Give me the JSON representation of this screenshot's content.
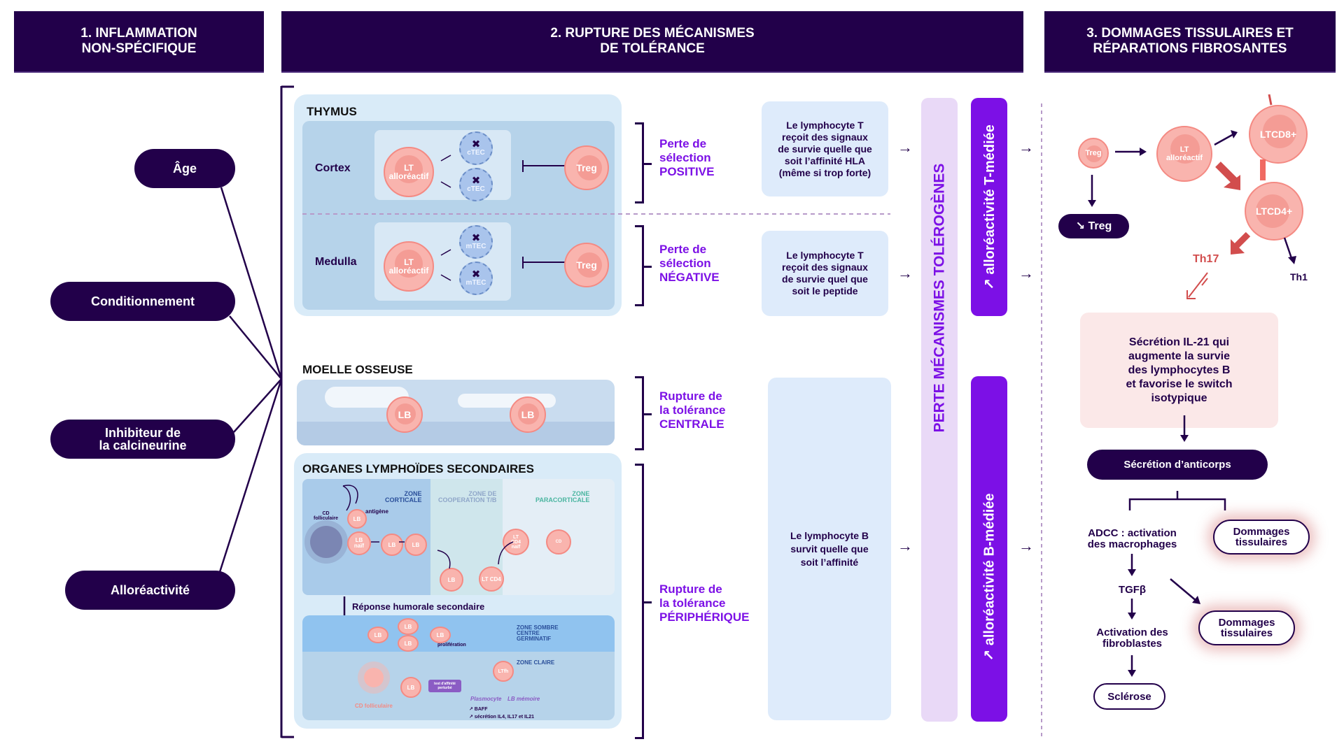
{
  "headers": {
    "col1": "1. INFLAMMATION\nNON-SPÉCIFIQUE",
    "col2": "2. RUPTURE DES MÉCANISMES\nDE TOLÉRANCE",
    "col3": "3. DOMMAGES TISSULAIRES ET\nRÉPARATIONS FIBROSANTES"
  },
  "factors": [
    "Âge",
    "Conditionnement",
    "Inhibiteur de\nla calcineurine",
    "Alloréactivité"
  ],
  "thymus": {
    "title": "THYMUS",
    "cortex": "Cortex",
    "medulla": "Medulla",
    "lt_cell": "LT\nalloréactif",
    "ctec": "cTEC",
    "mtec": "mTEC",
    "treg": "Treg",
    "x_mark": "✖"
  },
  "moelle": {
    "title": "MOELLE OSSEUSE",
    "lb": "LB"
  },
  "organes": {
    "title": "ORGANES LYMPHOÏDES SECONDAIRES",
    "zone_corticale": "ZONE\nCORTICALE",
    "zone_cooperation": "ZONE DE\nCOOPERATION T/B",
    "zone_paracorticale": "ZONE\nPARACORTICALE",
    "cd_folliculaire_small": "CD\nfolliculaire",
    "antigene": "antigène",
    "lb": "LB",
    "lb_naif": "LB\nnaïf",
    "lt_cd4": "LT CD4",
    "lt_cd4_naif": "LT\nCD4\nnaïf",
    "cd": "CD",
    "reponse": "Réponse humorale secondaire",
    "zone_sombre": "ZONE SOMBRE\nCENTRE\nGERMINATIF",
    "proliferation": "prolifération",
    "zone_claire": "ZONE CLAIRE",
    "cd_folliculaire": "CD folliculaire",
    "test_affinite": "test d'affinité\nperturbé",
    "ltfh": "LTfh",
    "plasmocyte": "Plasmocyte",
    "lb_memoire": "LB mémoire",
    "baff": "↗ BAFF",
    "secretion": "↗  sécrétion IL4, IL17 et IL21"
  },
  "labels": {
    "positive": "Perte de\nsélection\nPOSITIVE",
    "negative": "Perte de\nsélection\nNÉGATIVE",
    "centrale": "Rupture de\nla tolérance\nCENTRALE",
    "peripherique": "Rupture de\nla tolérance\nPÉRIPHÉRIQUE"
  },
  "descriptions": {
    "t_positive": "Le lymphocyte T\nreçoit des signaux\nde survie quelle que\nsoit l’affinité HLA\n(même si trop forte)",
    "t_negative": "Le lymphocyte T\nreçoit des signaux\nde survie quel que\nsoit le peptide",
    "b_survit": "Le lymphocyte B\nsurvit quelle que\nsoit l’affinité"
  },
  "bars": {
    "perte": "PERTE MÉCANISMES TOLÉROGÈNES",
    "t_mediee": "↗ alloréactivité T-médiée",
    "b_mediee": "↗ alloréactivité B-médiée"
  },
  "arrow_glyph": "→",
  "dommages": {
    "treg": "Treg",
    "lt": "LT\nalloréactif",
    "ltcd8": "LTCD8+",
    "ltcd4": "LTCD4+",
    "treg_down": "↘ Treg",
    "th17": "Th17",
    "th1": "Th1",
    "il21": "Sécrétion IL-21 qui\naugmente la survie\ndes lymphocytes B\net favorise le switch\nisotypique",
    "anticorps": "Sécrétion d’anticorps",
    "adcc": "ADCC : activation\ndes macrophages",
    "dommages1": "Dommages\ntissulaires",
    "tgf": "TGFβ",
    "dommages2": "Dommages\ntissulaires",
    "fibroblastes": "Activation des\nfibroblastes",
    "sclerose": "Sclérose"
  },
  "colors": {
    "navy": "#22004a",
    "violet": "#7c10e6",
    "lavender": "#e9d9f7",
    "cell_pink": "#f9b4ae",
    "panel_blue": "#d9ebf8",
    "arrow_red": "#d24d4d"
  }
}
